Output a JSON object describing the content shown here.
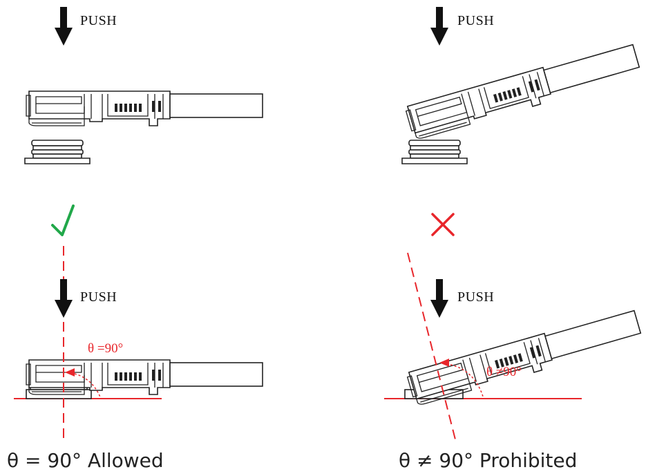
{
  "labels": {
    "push": "PUSH",
    "angle_ok": "θ =90°",
    "angle_bad": "θ ≠90°"
  },
  "captions": {
    "allowed": "θ = 90° Allowed",
    "prohibited": "θ ≠ 90° Prohibited"
  },
  "marks": {
    "check_symbol": "check-icon",
    "cross_symbol": "cross-icon"
  },
  "colors": {
    "accent_red": "#e8262b",
    "check_green": "#21a84a",
    "line": "#222222"
  }
}
